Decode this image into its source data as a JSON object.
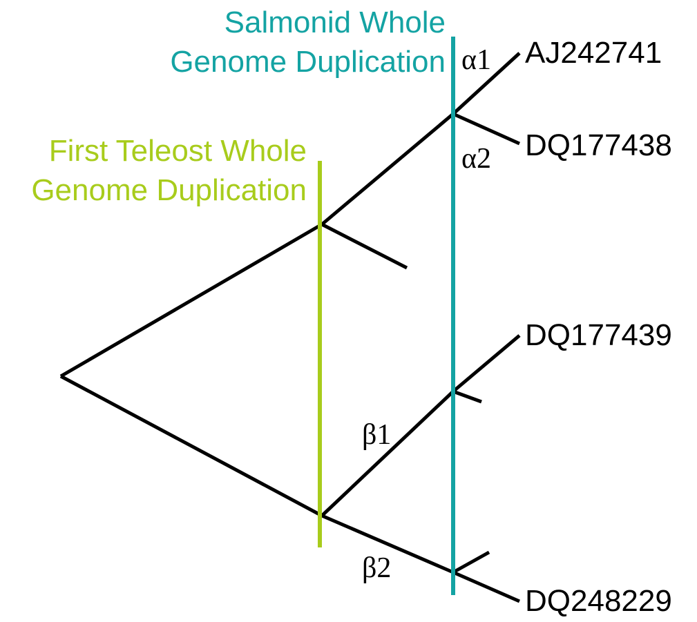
{
  "colors": {
    "branches": "#000000",
    "teleost_wgd": "#a8cc1c",
    "salmonid_wgd": "#14a3a3",
    "background": "#ffffff"
  },
  "events": {
    "salmonid": {
      "line1": "Salmonid Whole",
      "line2": "Genome Duplication"
    },
    "teleost": {
      "line1": "First Teleost Whole",
      "line2": "Genome Duplication"
    }
  },
  "leaves": {
    "alpha1_leaf": "AJ242741",
    "alpha2_leaf": "DQ177438",
    "beta1_leaf": "DQ177439",
    "beta2_leaf": "DQ248229"
  },
  "paralog_labels": {
    "alpha1": "α1",
    "alpha2": "α2",
    "beta1": "β1",
    "beta2": "β2"
  }
}
